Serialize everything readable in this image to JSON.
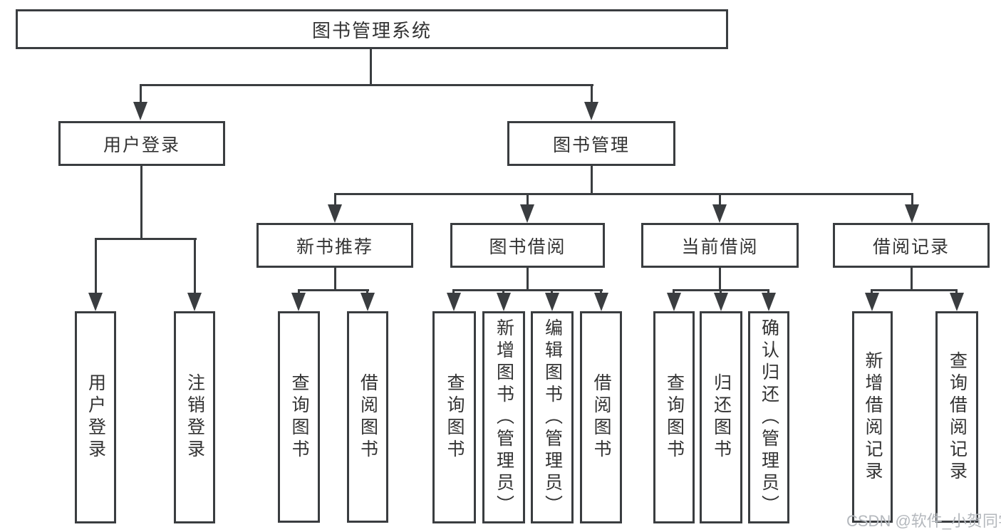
{
  "root": {
    "label": "图书管理系统"
  },
  "level2": {
    "user_login": "用户登录",
    "book_mgmt": "图书管理"
  },
  "level3": {
    "new_book_rec": "新书推荐",
    "book_borrow": "图书借阅",
    "current_borrow": "当前借阅",
    "borrow_records": "借阅记录"
  },
  "leaves": {
    "user_login": "用户登录",
    "logout": "注销登录",
    "rec_query": "查询图书",
    "rec_borrow": "借阅图书",
    "bb_query": "查询图书",
    "bb_add": "新增图书（管理员）",
    "bb_edit": "编辑图书（管理员）",
    "bb_borrow": "借阅图书",
    "cb_query": "查询图书",
    "cb_return": "归还图书",
    "cb_confirm": "确认归还（管理员）",
    "br_add": "新增借阅记录",
    "br_query": "查询借阅记录"
  },
  "watermark": "CSDN @软件_小贺同学",
  "colors": {
    "line": "#3a3d40",
    "text": "#333333",
    "watermark": "#b4b8bd",
    "background": "#ffffff"
  }
}
